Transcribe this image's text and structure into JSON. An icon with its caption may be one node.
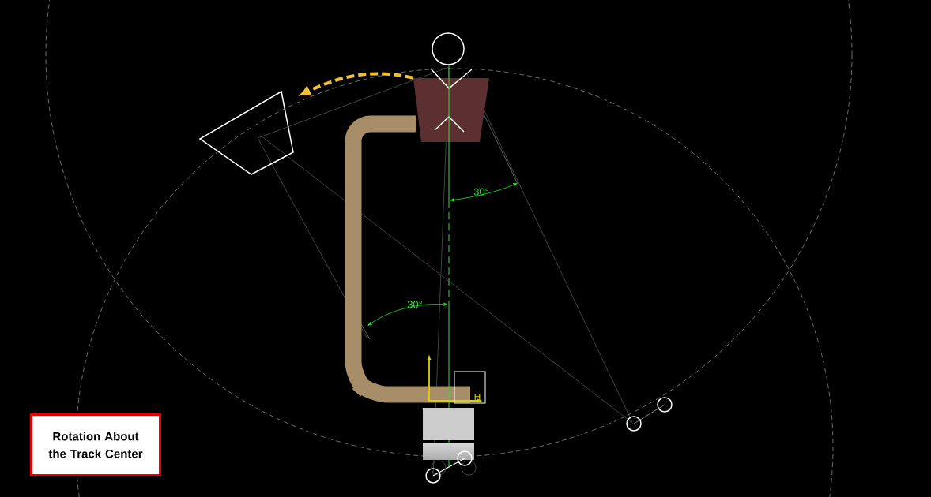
{
  "diagram": {
    "nodes": [
      {
        "text": [],
        "shape": "trapezoid"
      },
      {
        "text": [],
        "shape": "trapezoid"
      },
      {
        "text": [
          "Rotation About the Track Center"
        ]
      }
    ],
    "edges": [
      {
        "from": 1,
        "to": 0,
        "arrow": "to",
        "style": "dashed"
      }
    ],
    "labels": [
      "30°",
      "30°",
      "H"
    ]
  }
}
